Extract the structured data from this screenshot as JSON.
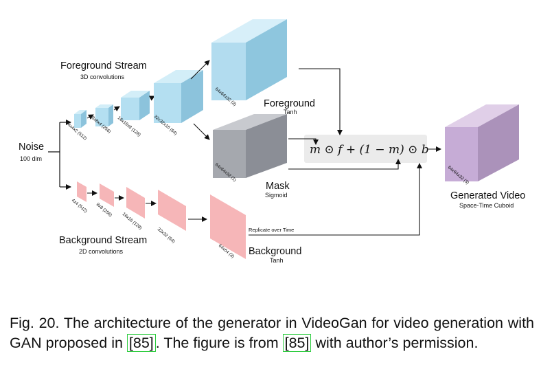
{
  "labels": {
    "noise": "Noise",
    "noise_sub": "100 dim",
    "fg_stream": "Foreground Stream",
    "fg_stream_sub": "3D convolutions",
    "bg_stream": "Background Stream",
    "bg_stream_sub": "2D convolutions",
    "foreground": "Foreground",
    "foreground_sub": "Tanh",
    "mask": "Mask",
    "mask_sub": "Sigmoid",
    "background": "Background",
    "background_sub": "Tanh",
    "generated": "Generated Video",
    "generated_sub": "Space-Time Cuboid",
    "replicate": "Replicate  over Time",
    "formula": "m ⊙ f + (1 − m) ⊙ b"
  },
  "dims": {
    "fg1": "4x4x2 (512)",
    "fg2": "8x8x4 (256)",
    "fg3": "16x16x8 (128)",
    "fg4": "32x32x16 (64)",
    "fg_out": "64x64x32 (3)",
    "mask_out": "64x64x32 (1)",
    "bg1": "4x4 (512)",
    "bg2": "8x8 (256)",
    "bg3": "16x16 (128)",
    "bg4": "32x32 (64)",
    "bg_out": "64x64 (3)",
    "gen_out": "64x64x32 (3)"
  },
  "colors": {
    "foreground": "#a9d8ee",
    "mask": "#9ea1a8",
    "background": "#f6b6b8",
    "generated": "#c6a9d4",
    "formula_box": "#ebebeb",
    "cite_box": "#2ecc40"
  },
  "caption": {
    "prefix": "Fig. 20. The architecture of the generator in VideoGan for video generation with GAN proposed in ",
    "ref1": "[85]",
    "middle": ". The figure is from ",
    "ref2": "[85]",
    "suffix": " with author’s permission."
  }
}
